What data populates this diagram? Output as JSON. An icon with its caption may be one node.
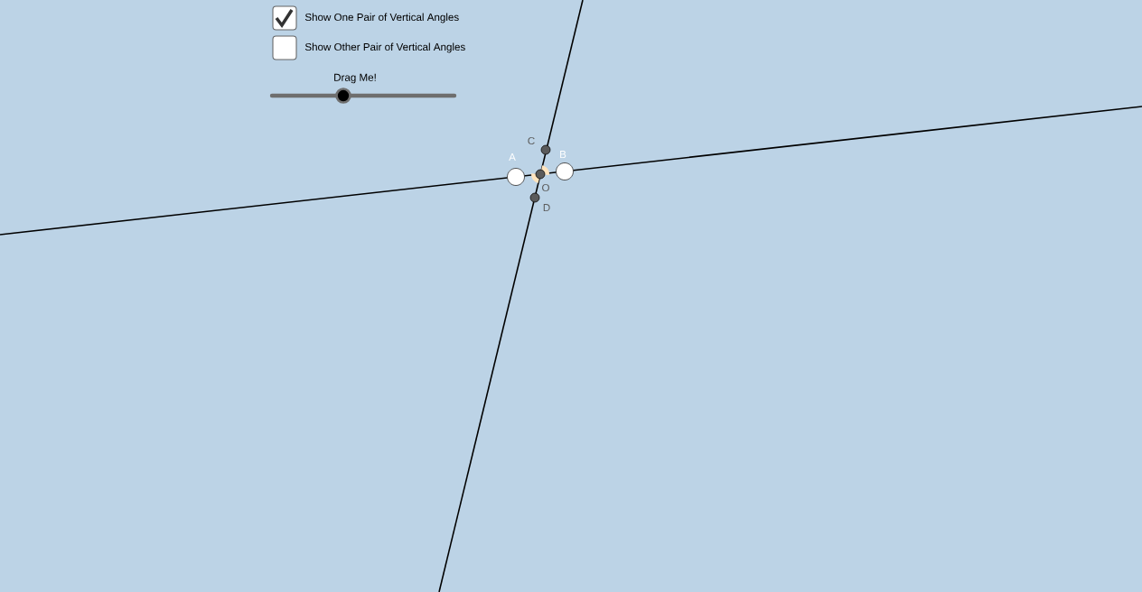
{
  "diagram": {
    "labels": [
      "Show One Pair of Vertical Angles",
      "Show Other Pair of Vertical Angles",
      "Drag Me!",
      "C",
      "A",
      "B",
      "O",
      "D"
    ]
  }
}
